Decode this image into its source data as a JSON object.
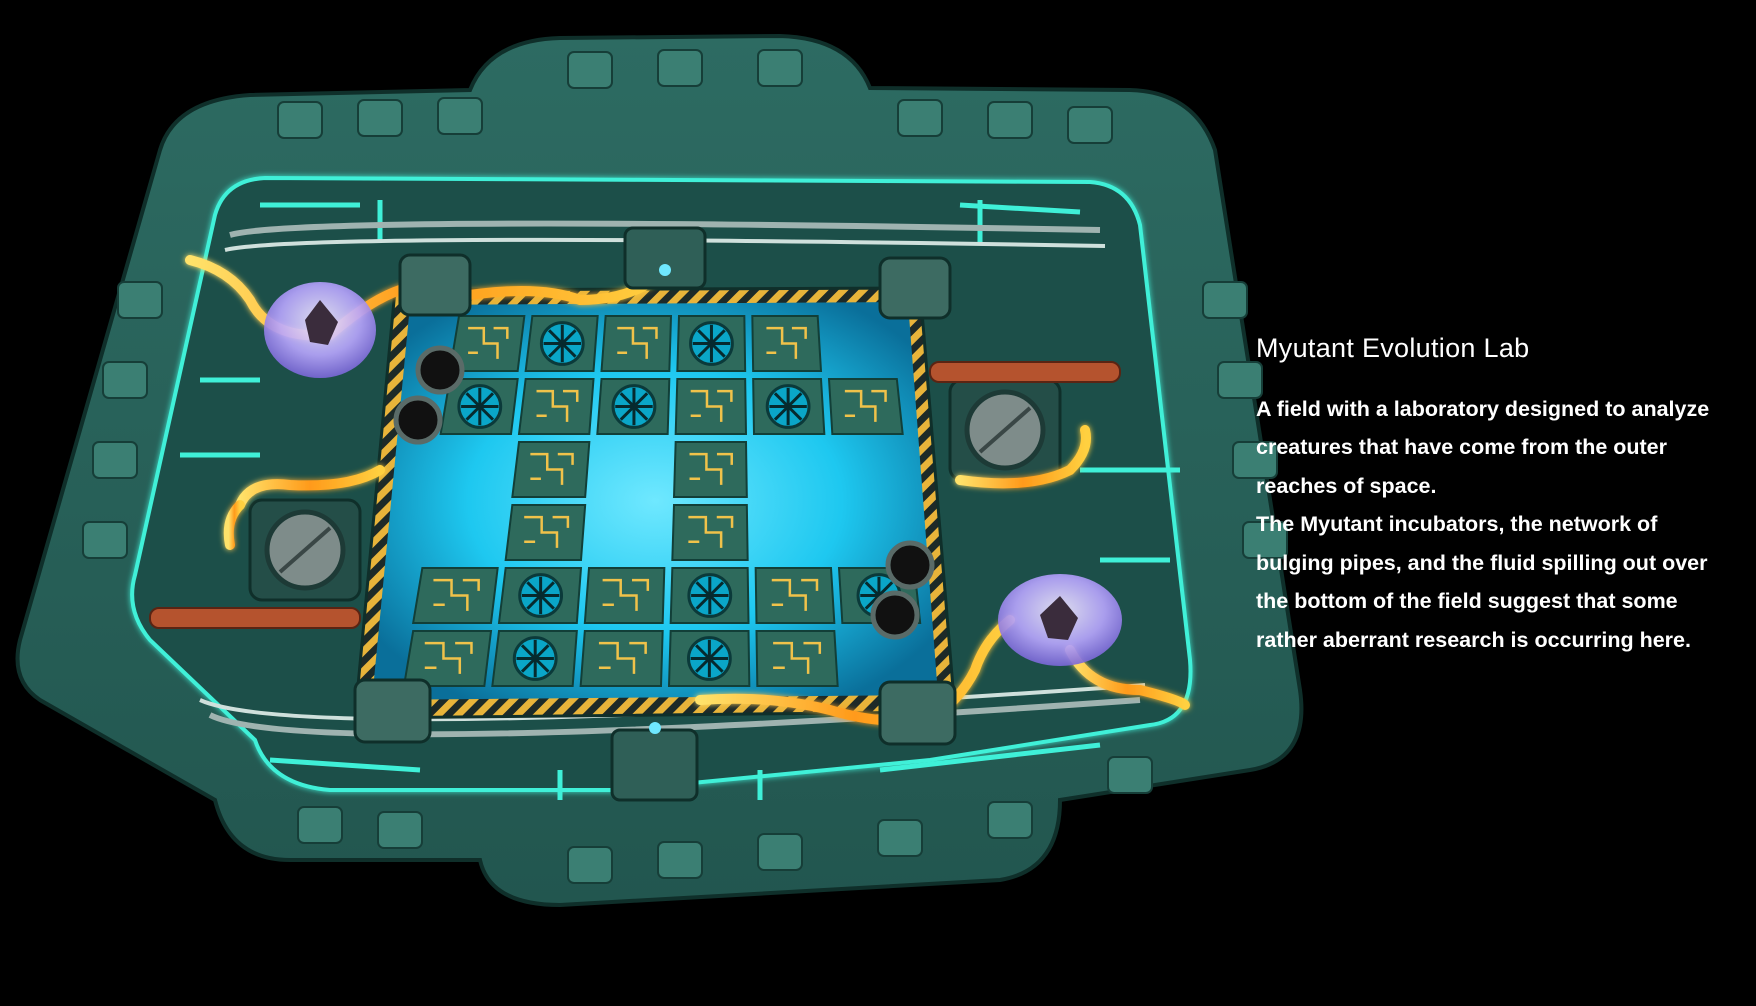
{
  "scene": {
    "name": "Myutant Evolution Lab",
    "colors": {
      "background": "#000000",
      "frame": "#2f6f64",
      "frame_dark": "#1d4a43",
      "neon": "#3ff0d8",
      "floor": "#1f5c55",
      "fluid": "#1ec8f0",
      "tile": "#2e6a5c",
      "tile_line": "#f0c24a",
      "fan": "#0aa6c8",
      "hazard_yellow": "#e8b43a",
      "lava": "#ffb020",
      "incubator": "#b9a6ff",
      "pipe": "#b5532e"
    },
    "icons": {
      "fan": "turbine-fan-icon",
      "incubator": "myutant-incubator-icon",
      "hatch": "sealed-hatch-icon",
      "pipe": "copper-pipe-icon"
    }
  },
  "info": {
    "title": "Myutant Evolution Lab",
    "description_lines": [
      "A field with a laboratory designed to analyze",
      "creatures that have come from the outer",
      "reaches of space.",
      "The Myutant incubators, the network of",
      "bulging pipes, and the fluid spilling out over",
      "the bottom of the field suggest that some",
      "rather aberrant research is occurring here."
    ]
  },
  "field": {
    "grid_rows": [
      [
        "circuit",
        "fan",
        "circuit",
        "fan",
        "circuit",
        "empty"
      ],
      [
        "fan",
        "circuit",
        "fan",
        "circuit",
        "fan",
        "circuit"
      ],
      [
        "empty",
        "circuit",
        "empty",
        "circuit",
        "empty",
        "empty"
      ],
      [
        "empty",
        "circuit",
        "empty",
        "circuit",
        "empty",
        "empty"
      ],
      [
        "circuit",
        "fan",
        "circuit",
        "fan",
        "circuit",
        "fan"
      ],
      [
        "circuit",
        "fan",
        "circuit",
        "fan",
        "circuit",
        "empty"
      ]
    ]
  }
}
